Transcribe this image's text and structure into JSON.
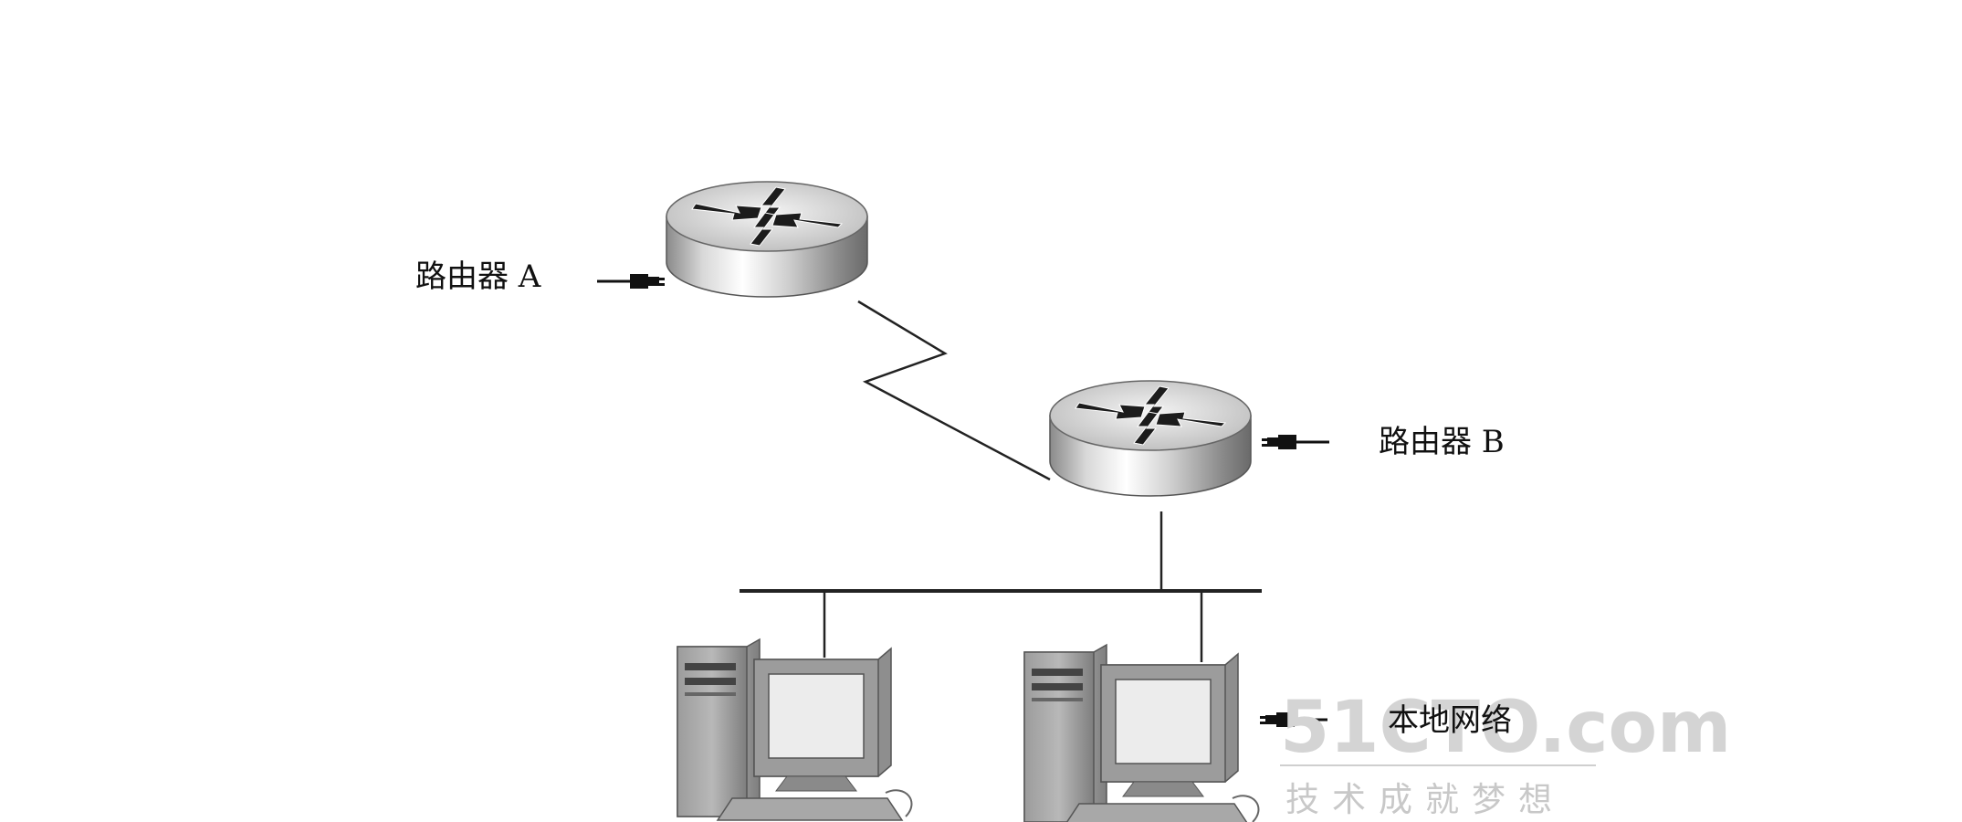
{
  "diagram": {
    "router_a_label": "路由器 A",
    "router_b_label": "路由器 B",
    "local_network_label": "本地网络"
  },
  "watermark": {
    "logo": "51CTO.com",
    "slogan": "技术成就梦想"
  },
  "icons": {
    "router": "router-icon",
    "plug": "plug-icon",
    "workstation": "workstation-icon"
  },
  "colors": {
    "line": "#222222",
    "device_gray": "#9a9a9a",
    "watermark": "#d0d0d0"
  }
}
